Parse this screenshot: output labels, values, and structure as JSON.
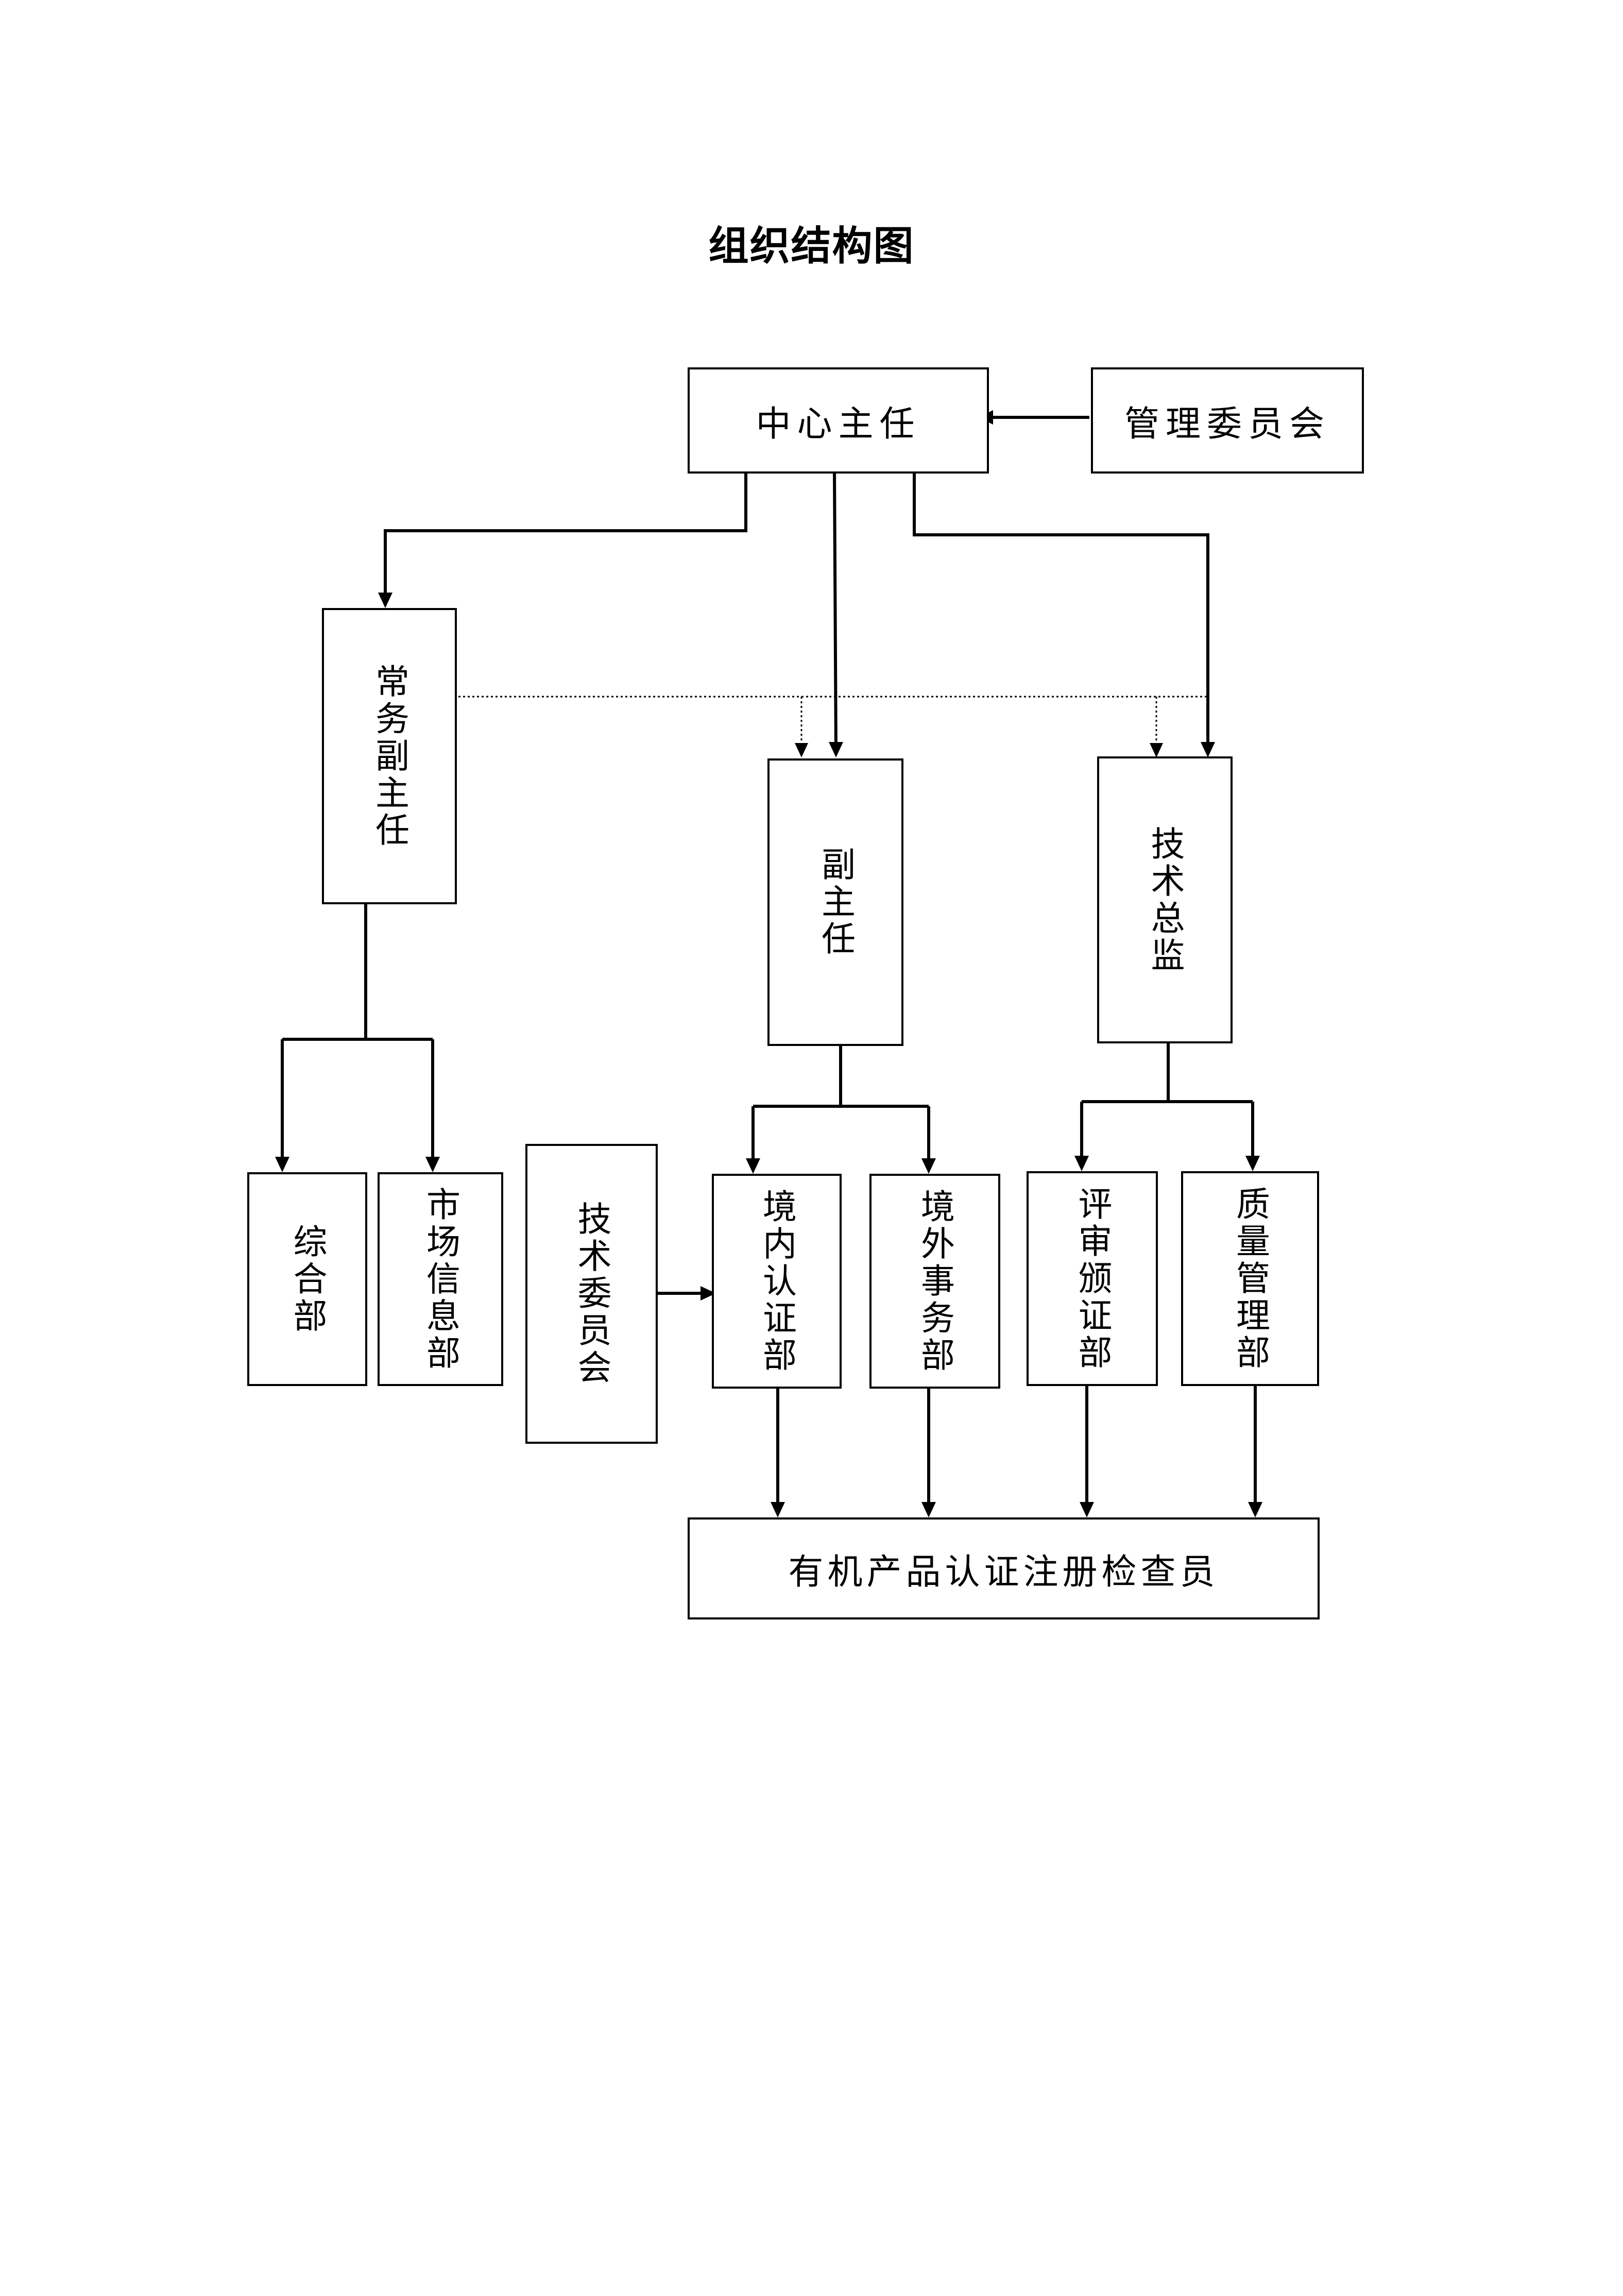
{
  "title": "组织结构图",
  "nodes": {
    "center_director": "中心主任",
    "management_committee": "管理委员会",
    "executive_deputy": "常务副主任",
    "deputy_director": "副主任",
    "technical_director": "技术总监",
    "general_dept": "综合部",
    "market_info_dept": "市场信息部",
    "technical_committee": "技术委员会",
    "domestic_cert_dept": "境内认证部",
    "overseas_affairs_dept": "境外事务部",
    "review_cert_dept": "评审颁证部",
    "quality_mgmt_dept": "质量管理部",
    "inspectors": "有机产品认证注册检查员"
  },
  "colors": {
    "line": "#000000",
    "background": "#ffffff"
  }
}
